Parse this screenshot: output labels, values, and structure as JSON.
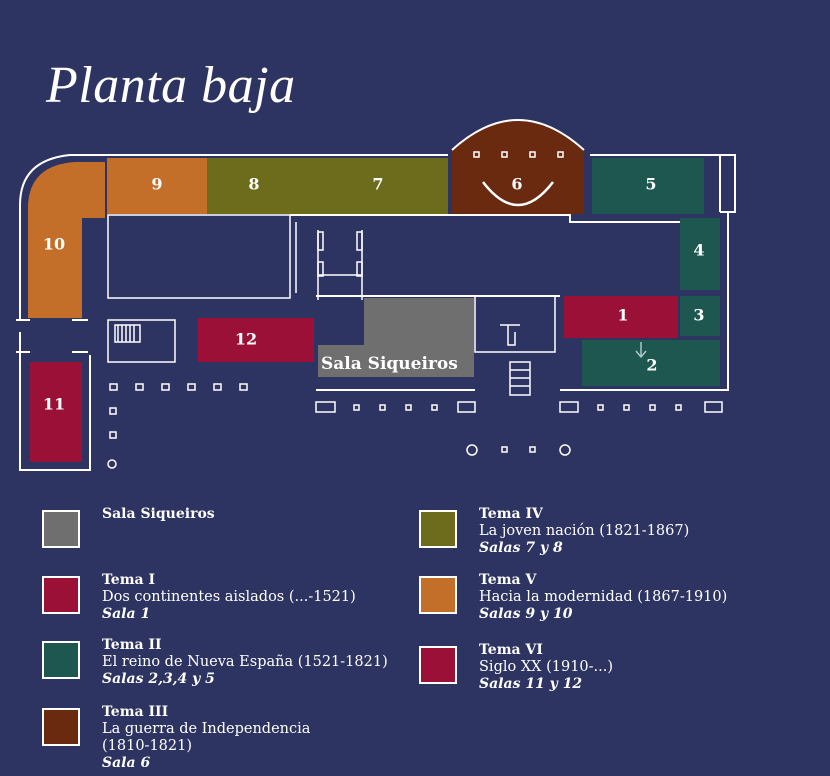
{
  "title": "Planta baja",
  "colors": {
    "background": "#2e3461",
    "siqueiros": "#6f6f6f",
    "tema1": "#9a1036",
    "tema2": "#1e5650",
    "tema3": "#6a2a10",
    "tema4": "#6c6c1c",
    "tema5": "#c36f2a",
    "tema6": "#9a1036"
  },
  "rooms": {
    "r1": "1",
    "r2": "2",
    "r3": "3",
    "r4": "4",
    "r5": "5",
    "r6": "6",
    "r7": "7",
    "r8": "8",
    "r9": "9",
    "r10": "10",
    "r11": "11",
    "r12": "12",
    "siqueiros": "Sala Siqueiros"
  },
  "legend": [
    {
      "key": "siqueiros",
      "title": "Sala Siqueiros",
      "desc": "",
      "rooms": ""
    },
    {
      "key": "tema1",
      "title": "Tema I",
      "desc": "Dos continentes aislados (...-1521)",
      "rooms": "Sala 1"
    },
    {
      "key": "tema2",
      "title": "Tema II",
      "desc": "El reino de Nueva España (1521-1821)",
      "rooms": "Salas 2,3,4 y 5"
    },
    {
      "key": "tema3",
      "title": "Tema III",
      "desc": "La guerra de Independencia (1810-1821)",
      "rooms": "Sala 6"
    },
    {
      "key": "tema4",
      "title": "Tema IV",
      "desc": "La joven nación (1821-1867)",
      "rooms": "Salas 7 y 8"
    },
    {
      "key": "tema5",
      "title": "Tema V",
      "desc": "Hacia la modernidad (1867-1910)",
      "rooms": "Salas 9 y 10"
    },
    {
      "key": "tema6",
      "title": "Tema VI",
      "desc": "Siglo XX (1910-...)",
      "rooms": "Salas 11 y 12"
    }
  ]
}
